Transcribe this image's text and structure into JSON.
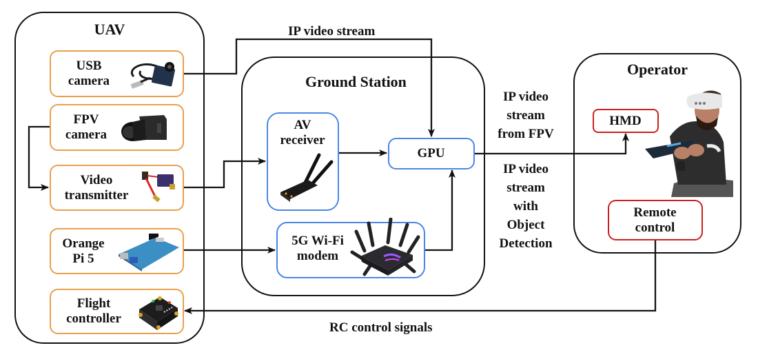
{
  "groups": {
    "uav": {
      "title": "UAV"
    },
    "ground_station": {
      "title": "Ground Station"
    },
    "operator": {
      "title": "Operator"
    }
  },
  "nodes": {
    "usb_camera": {
      "lines": [
        "USB",
        "camera"
      ],
      "icon": "usb-camera-icon"
    },
    "fpv_camera": {
      "lines": [
        "FPV",
        "camera"
      ],
      "icon": "fpv-camera-icon"
    },
    "video_transmitter": {
      "lines": [
        "Video",
        "transmitter"
      ],
      "icon": "video-transmitter-icon"
    },
    "orange_pi": {
      "lines": [
        "Orange",
        "Pi 5"
      ],
      "icon": "single-board-computer-icon"
    },
    "flight_controller": {
      "lines": [
        "Flight",
        "controller"
      ],
      "icon": "flight-controller-icon"
    },
    "av_receiver": {
      "lines": [
        "AV",
        "receiver"
      ],
      "icon": "av-receiver-icon"
    },
    "gpu": {
      "lines": [
        "GPU"
      ]
    },
    "wifi_modem": {
      "lines": [
        "5G Wi-Fi",
        "modem"
      ],
      "icon": "wifi-router-icon"
    },
    "hmd": {
      "lines": [
        "HMD"
      ]
    },
    "remote_control": {
      "lines": [
        "Remote",
        "control"
      ]
    }
  },
  "edge_labels": {
    "ip_video_stream": "IP video stream",
    "fpv_stream": [
      "IP video",
      "stream",
      "from FPV"
    ],
    "detection_stream": [
      "IP video",
      "stream",
      "with",
      "Object",
      "Detection"
    ],
    "rc_signals": "RC control signals"
  },
  "colors": {
    "uav_component_border": "#e8a04a",
    "ground_station_component_border": "#4a86e8",
    "operator_component_border": "#cc1f1f",
    "line": "#111111"
  }
}
